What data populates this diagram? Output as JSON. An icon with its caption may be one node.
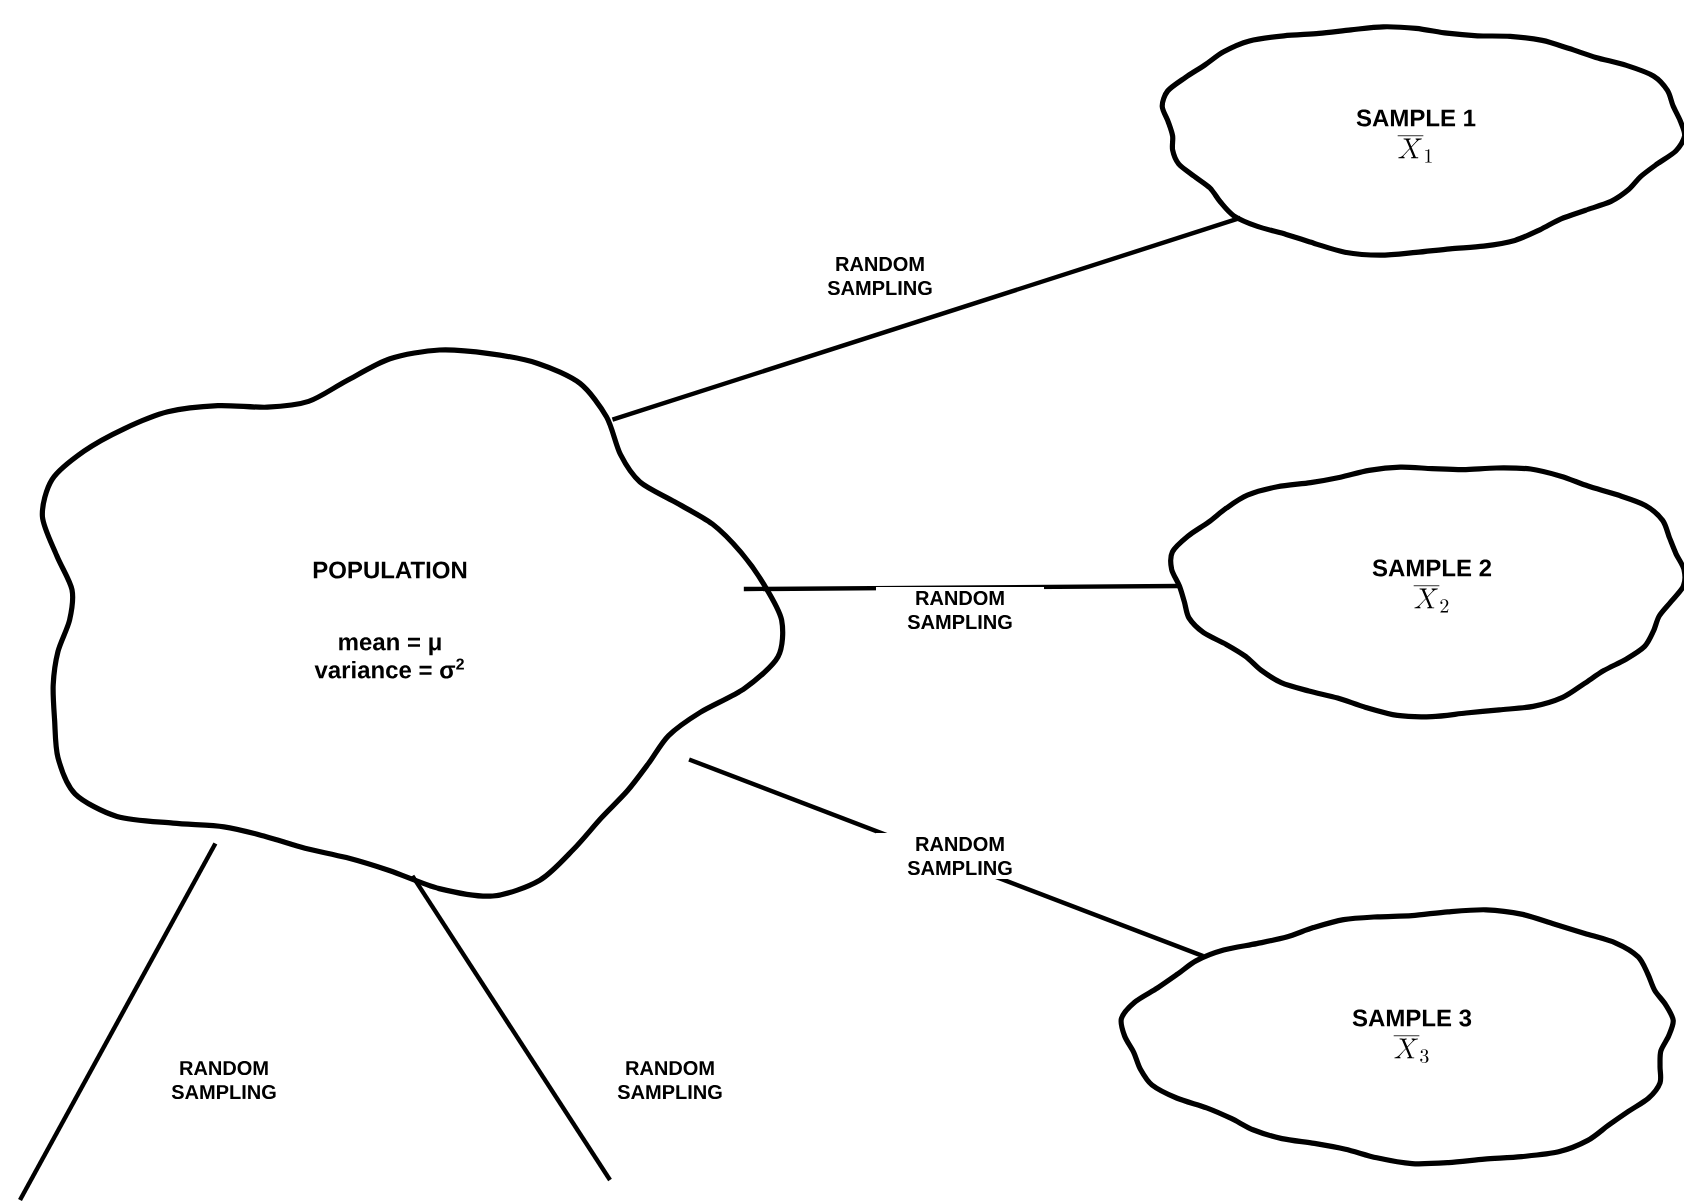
{
  "diagram": {
    "nodes": [
      {
        "text": [
          "POPULATION",
          "mean = μ",
          "variance = σ$^{2}$"
        ]
      },
      {
        "text": [
          "SAMPLE 1",
          "\\overline{X}_{1}"
        ]
      },
      {
        "text": [
          "SAMPLE 2",
          "\\overline{X}_{2}"
        ]
      },
      {
        "text": [
          "SAMPLE 3",
          "\\overline{X}_{3}"
        ]
      }
    ],
    "edges": [
      {
        "from": 0,
        "to": 1,
        "arrow": "none",
        "label": "RANDOM SAMPLING"
      },
      {
        "from": 0,
        "to": 2,
        "arrow": "none",
        "label": "RANDOM SAMPLING"
      },
      {
        "from": 0,
        "to": 3,
        "arrow": "none",
        "label": "RANDOM SAMPLING"
      },
      {
        "from": 0,
        "to": null,
        "arrow": "none",
        "label": "RANDOM SAMPLING"
      },
      {
        "from": 0,
        "to": null,
        "arrow": "none",
        "label": "RANDOM SAMPLING"
      }
    ]
  }
}
